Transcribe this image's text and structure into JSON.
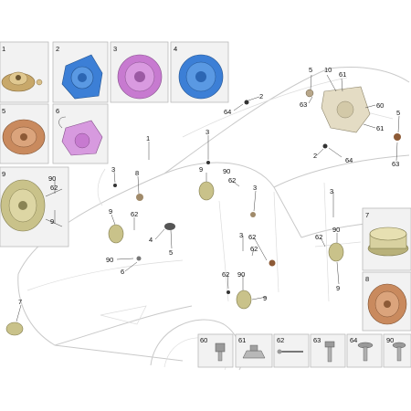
{
  "diagram": {
    "inset_labels": [
      "1",
      "2",
      "3",
      "4",
      "5",
      "6",
      "9",
      "7",
      "8"
    ],
    "part_labels": [
      "10",
      "5",
      "61",
      "2",
      "64",
      "63",
      "60",
      "61",
      "5",
      "1",
      "3",
      "64",
      "63",
      "2",
      "3",
      "8",
      "9",
      "90",
      "62",
      "3",
      "9",
      "62",
      "62",
      "4",
      "5",
      "90",
      "6",
      "9",
      "90",
      "62",
      "3",
      "90",
      "62",
      "3",
      "62",
      "62",
      "90",
      "9",
      "9",
      "7"
    ],
    "fastener_labels": [
      "60",
      "61",
      "62",
      "63",
      "64",
      "90"
    ],
    "colors": {
      "tile_bg": "#f2f2f2",
      "tweeter_gold": "#c8a86a",
      "speaker_blue": "#3c7fd6",
      "speaker_pink": "#c77ad0",
      "speaker_copper": "#c98a5e",
      "speaker_olive": "#c9c28a",
      "car_outline": "#c9c9c9"
    }
  }
}
